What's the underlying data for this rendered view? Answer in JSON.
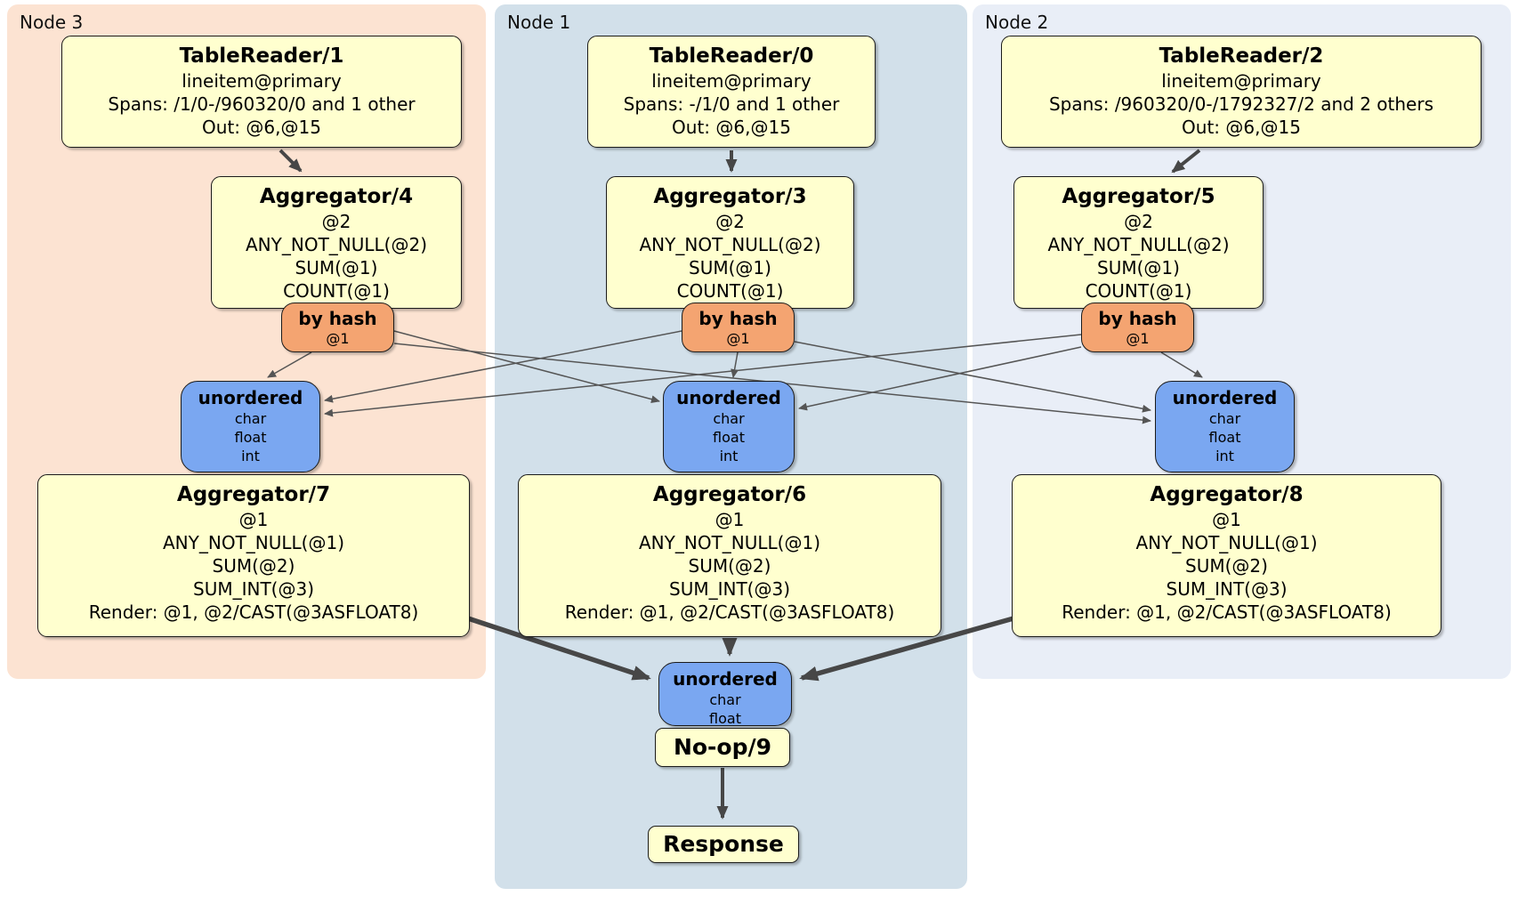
{
  "regions": {
    "node3": {
      "label": "Node 3",
      "color": "#fce3d2"
    },
    "node1": {
      "label": "Node 1",
      "color": "#d2e0ea"
    },
    "node2": {
      "label": "Node 2",
      "color": "#e9eef7"
    }
  },
  "operators": {
    "tr1": {
      "title": "TableReader/1",
      "lines": [
        "lineitem@primary",
        "Spans: /1/0-/960320/0 and 1 other",
        "Out: @6,@15"
      ]
    },
    "tr0": {
      "title": "TableReader/0",
      "lines": [
        "lineitem@primary",
        "Spans: -/1/0 and 1 other",
        "Out: @6,@15"
      ]
    },
    "tr2": {
      "title": "TableReader/2",
      "lines": [
        "lineitem@primary",
        "Spans: /960320/0-/1792327/2 and 2 others",
        "Out: @6,@15"
      ]
    },
    "agg4": {
      "title": "Aggregator/4",
      "lines": [
        "@2",
        "ANY_NOT_NULL(@2)",
        "SUM(@1)",
        "COUNT(@1)"
      ]
    },
    "agg3": {
      "title": "Aggregator/3",
      "lines": [
        "@2",
        "ANY_NOT_NULL(@2)",
        "SUM(@1)",
        "COUNT(@1)"
      ]
    },
    "agg5": {
      "title": "Aggregator/5",
      "lines": [
        "@2",
        "ANY_NOT_NULL(@2)",
        "SUM(@1)",
        "COUNT(@1)"
      ]
    },
    "agg7": {
      "title": "Aggregator/7",
      "lines": [
        "@1",
        "ANY_NOT_NULL(@1)",
        "SUM(@2)",
        "SUM_INT(@3)",
        "Render: @1, @2/CAST(@3ASFLOAT8)"
      ]
    },
    "agg6": {
      "title": "Aggregator/6",
      "lines": [
        "@1",
        "ANY_NOT_NULL(@1)",
        "SUM(@2)",
        "SUM_INT(@3)",
        "Render: @1, @2/CAST(@3ASFLOAT8)"
      ]
    },
    "agg8": {
      "title": "Aggregator/8",
      "lines": [
        "@1",
        "ANY_NOT_NULL(@1)",
        "SUM(@2)",
        "SUM_INT(@3)",
        "Render: @1, @2/CAST(@3ASFLOAT8)"
      ]
    },
    "noop": {
      "title": "No-op/9"
    },
    "response": {
      "title": "Response"
    }
  },
  "routers": {
    "hash3": {
      "title": "by hash",
      "key": "@1"
    },
    "hash1": {
      "title": "by hash",
      "key": "@1"
    },
    "hash2": {
      "title": "by hash",
      "key": "@1"
    }
  },
  "syncs": {
    "sync3": {
      "title": "unordered",
      "columns": [
        "char",
        "float",
        "int"
      ]
    },
    "sync1": {
      "title": "unordered",
      "columns": [
        "char",
        "float",
        "int"
      ]
    },
    "sync2": {
      "title": "unordered",
      "columns": [
        "char",
        "float",
        "int"
      ]
    },
    "final": {
      "title": "unordered",
      "columns": [
        "char",
        "float"
      ]
    }
  },
  "colors": {
    "operator_fill": "#ffffcf",
    "router_fill": "#f4a471",
    "sync_fill": "#7aa7f1",
    "edge_thin": "#555555",
    "edge_thick": "#474747"
  }
}
